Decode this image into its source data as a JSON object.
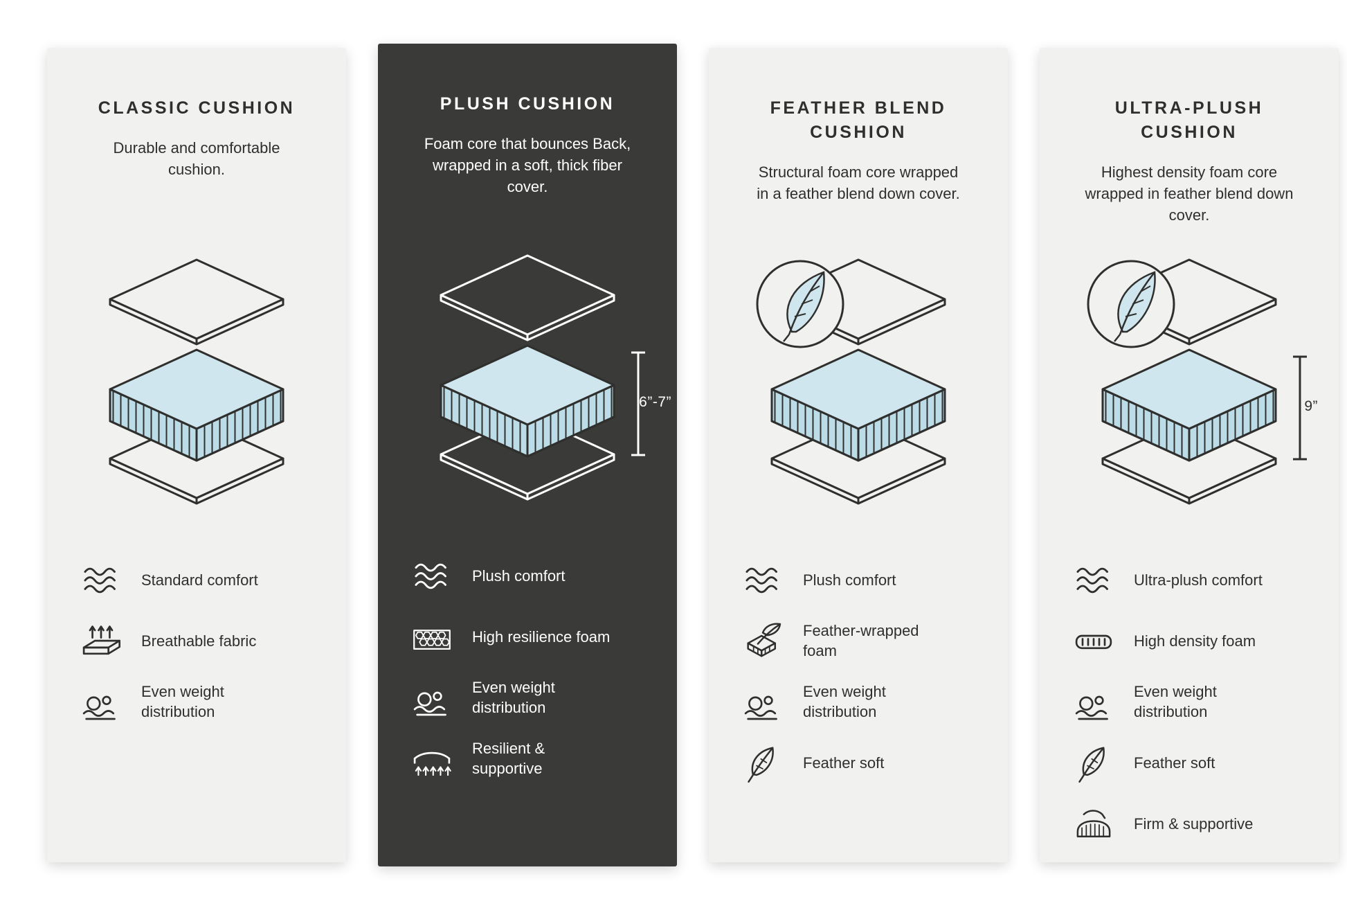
{
  "infographic": {
    "colors": {
      "card_light": "#f1f1ef",
      "card_dark": "#3a3a38",
      "ink": "#2f2f2d",
      "foam_top": "#cfe6ee",
      "foam_side": "#bcdce8"
    },
    "panels": [
      {
        "theme": "light",
        "title": "CLASSIC CUSHION",
        "description": "Durable and comfortable cushion.",
        "dimension": null,
        "features": [
          {
            "icon": "wave-icon",
            "label": "Standard comfort"
          },
          {
            "icon": "breathable-fabric-icon",
            "label": "Breathable fabric"
          },
          {
            "icon": "even-weight-icon",
            "label": "Even weight distribution"
          }
        ]
      },
      {
        "theme": "dark",
        "title": "PLUSH CUSHION",
        "description": "Foam core that bounces Back, wrapped in a soft, thick fiber cover.",
        "dimension": "6”-7”",
        "features": [
          {
            "icon": "wave-icon",
            "label": "Plush comfort"
          },
          {
            "icon": "honeycomb-foam-icon",
            "label": "High resilience foam"
          },
          {
            "icon": "even-weight-icon",
            "label": "Even weight distribution"
          },
          {
            "icon": "resilient-supportive-icon",
            "label": "Resilient & supportive"
          }
        ]
      },
      {
        "theme": "light",
        "title": "FEATHER BLEND CUSHION",
        "description": "Structural foam core wrapped in a feather blend down cover.",
        "dimension": null,
        "features": [
          {
            "icon": "wave-icon",
            "label": "Plush comfort"
          },
          {
            "icon": "feather-wrapped-foam-icon",
            "label": "Feather-wrapped foam"
          },
          {
            "icon": "even-weight-icon",
            "label": "Even weight distribution"
          },
          {
            "icon": "feather-icon",
            "label": "Feather soft"
          }
        ]
      },
      {
        "theme": "light",
        "title": "ULTRA-PLUSH CUSHION",
        "description": "Highest density foam core wrapped in feather blend down cover.",
        "dimension": "9”",
        "features": [
          {
            "icon": "wave-icon",
            "label": "Ultra-plush comfort"
          },
          {
            "icon": "high-density-foam-icon",
            "label": "High density foam"
          },
          {
            "icon": "even-weight-icon",
            "label": "Even weight distribution"
          },
          {
            "icon": "feather-icon",
            "label": "Feather soft"
          },
          {
            "icon": "firm-supportive-icon",
            "label": "Firm & supportive"
          }
        ]
      }
    ]
  }
}
